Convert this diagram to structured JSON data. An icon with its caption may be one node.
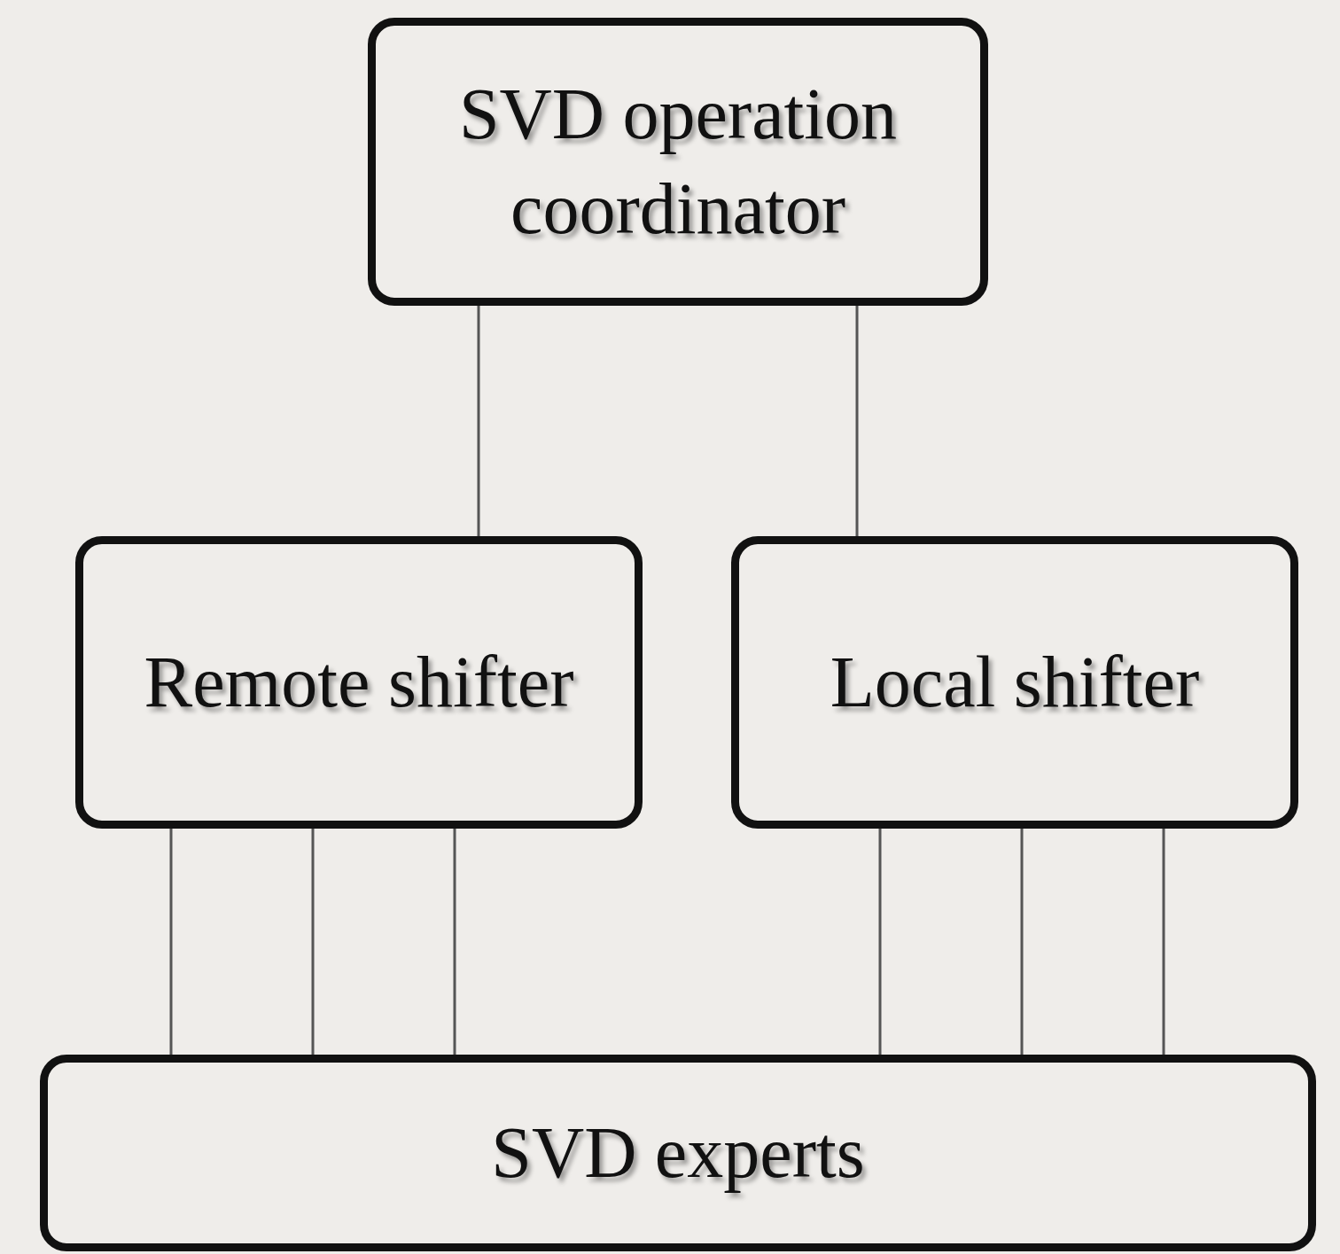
{
  "diagram": {
    "nodes": [
      {
        "text": [
          "SVD operation coordinator"
        ]
      },
      {
        "text": [
          "Remote shifter"
        ]
      },
      {
        "text": [
          "Local shifter"
        ]
      },
      {
        "text": [
          "SVD experts"
        ]
      }
    ],
    "edges": [
      {
        "from": 0,
        "to": 1,
        "arrow": "none"
      },
      {
        "from": 0,
        "to": 2,
        "arrow": "none"
      },
      {
        "from": 1,
        "to": 3,
        "arrow": "none"
      },
      {
        "from": 1,
        "to": 3,
        "arrow": "none"
      },
      {
        "from": 1,
        "to": 3,
        "arrow": "none"
      },
      {
        "from": 2,
        "to": 3,
        "arrow": "none"
      },
      {
        "from": 2,
        "to": 3,
        "arrow": "none"
      },
      {
        "from": 2,
        "to": 3,
        "arrow": "none"
      }
    ]
  }
}
